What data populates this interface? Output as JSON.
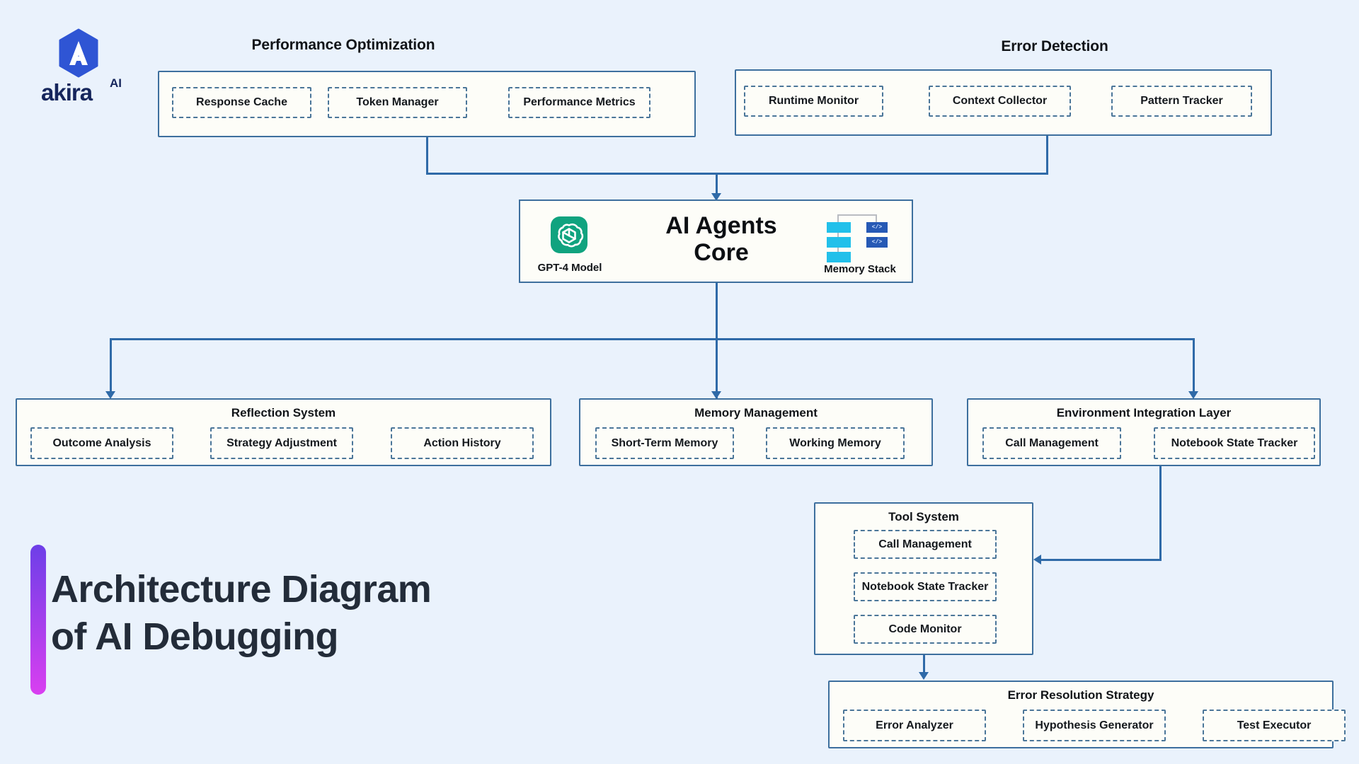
{
  "brand": {
    "name": "akira",
    "superscript": "AI",
    "mark_icon": "akira-hexagon-logo",
    "mark_color": "#2f55d4",
    "word_color": "#16265c"
  },
  "heading": {
    "line1": "Architecture Diagram",
    "line2": "of AI Debugging",
    "accent_top": "#6d3fe8",
    "accent_bottom": "#d93ff0"
  },
  "theme": {
    "background": "#eaf2fc",
    "panel_fill": "#fdfdf8",
    "panel_border": "#3d6f9e",
    "chip_border": "#4b7699",
    "connector": "#2f6aa8",
    "text": "#111418"
  },
  "top_groups": [
    {
      "title": "Performance Optimization",
      "items": [
        "Response Cache",
        "Token Manager",
        "Performance Metrics"
      ]
    },
    {
      "title": "Error Detection",
      "items": [
        "Runtime Monitor",
        "Context Collector",
        "Pattern Tracker"
      ]
    }
  ],
  "core": {
    "title": "AI Agents\nCore",
    "left_icon": {
      "name": "openai-gpt-logo",
      "caption": "GPT-4 Model",
      "color": "#10a37f"
    },
    "right_icon": {
      "name": "memory-stack-icon",
      "caption": "Memory Stack",
      "cyan_color": "#22c0ea",
      "blue_color": "#2659b5",
      "code_glyph": "</>"
    }
  },
  "mid_panels": [
    {
      "title": "Reflection System",
      "items": [
        "Outcome Analysis",
        "Strategy Adjustment",
        "Action History"
      ]
    },
    {
      "title": "Memory Management",
      "items": [
        "Short-Term Memory",
        "Working Memory"
      ]
    },
    {
      "title": "Environment Integration Layer",
      "items": [
        "Call Management",
        "Notebook State Tracker"
      ]
    }
  ],
  "tool_system": {
    "title": "Tool System",
    "items": [
      "Call Management",
      "Notebook State Tracker",
      "Code Monitor"
    ]
  },
  "error_resolution": {
    "title": "Error Resolution Strategy",
    "items": [
      "Error Analyzer",
      "Hypothesis Generator",
      "Test Executor"
    ]
  }
}
